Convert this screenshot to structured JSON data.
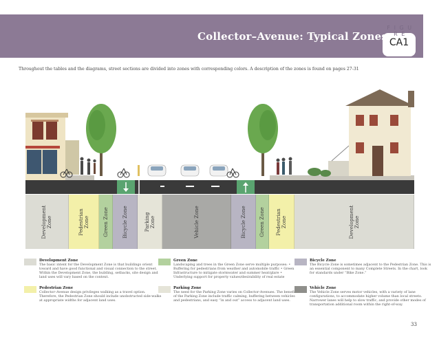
{
  "header": {
    "title": "Collector–Avenue: Typical Zones",
    "figure_word": "F I G U R E",
    "figure_code": "CA1",
    "band_color": "#8c7a95"
  },
  "intro": "Throughout the tables and the diagrams, street sections are divided into zones with corresponding colors. A description of the zones is found on pages 27-31",
  "zones": [
    {
      "id": "development-left",
      "lines": [
        "Development",
        "Zone"
      ],
      "color": "#dcdcd4"
    },
    {
      "id": "pedestrian-left",
      "lines": [
        "Pedestrian",
        "Zone"
      ],
      "color": "#f3f0a9"
    },
    {
      "id": "green-left",
      "lines": [
        "Green Zone"
      ],
      "color": "#b3d19e"
    },
    {
      "id": "bicycle-left",
      "lines": [
        "Bicycle Zone"
      ],
      "color": "#b8b5c3"
    },
    {
      "id": "parking-left",
      "lines": [
        "Parking",
        "Zone"
      ],
      "color": "#e5e4d8"
    },
    {
      "id": "vehicle",
      "lines": [
        "Vehicle Zone"
      ],
      "color": "#a9a9a6"
    },
    {
      "id": "bicycle-right",
      "lines": [
        "Bicycle Zone"
      ],
      "color": "#b8b5c3"
    },
    {
      "id": "green-right",
      "lines": [
        "Green Zone"
      ],
      "color": "#b3d19e"
    },
    {
      "id": "pedestrian-right",
      "lines": [
        "Pedestrian",
        "Zone"
      ],
      "color": "#f3f0a9"
    },
    {
      "id": "development-right",
      "lines": [
        "Development",
        "Zone"
      ],
      "color": "#dcdcd4"
    }
  ],
  "legend": [
    {
      "id": "development",
      "title": "Development Zone",
      "color": "#dcdcd4",
      "text": "The basic intent for the Development Zone is that buildings orient toward and have good functional and visual connection to the street. Within the Development Zone, the building, setbacks, site design and land uses will vary based on the context."
    },
    {
      "id": "pedestrian",
      "title": "Pedestrian Zone",
      "color": "#f3f0a9",
      "text": "Collector–Avenue design privileges walking as a travel option. Therefore, the Pedestrian Zone should include unobstructed side-walks at appropriate widths for adjacent land uses."
    },
    {
      "id": "green",
      "title": "Green Zone",
      "color": "#b3d19e",
      "text": "Landscaping and trees in the Green Zone serve multiple purposes: • Buffering for pedestrians from weather and automobile traffic • Green Infrastructure to mitigate stormwater and summer heat/glare • Underlying support for property values/desirability of real estate"
    },
    {
      "id": "parking",
      "title": "Parking Zone",
      "color": "#e5e4d8",
      "text": "The need for the Parking Zone varies on Collector-Avenues. The benefits of the Parking Zone include traffic calming, buffering between vehicles and pedestrians, and easy “in and out” access to adjacent land uses."
    },
    {
      "id": "bicycle",
      "title": "Bicycle Zone",
      "color": "#b8b5c3",
      "text": "The Bicycle Zone is sometimes adjacent to the Pedestrian Zone. This is an essential component to many Complete Streets. In the chart, look for standards under “Bike Zone.”"
    },
    {
      "id": "vehicle",
      "title": "Vehicle Zone",
      "color": "#8f8f8b",
      "text": "The Vehicle Zone serves motor vehicles, with a variety of lane configurations, to accommodate higher volume than local streets. Narrower lanes will help to slow traffic, and provide other modes of transportation additional room within the right-of-way."
    }
  ],
  "page_number": "33"
}
